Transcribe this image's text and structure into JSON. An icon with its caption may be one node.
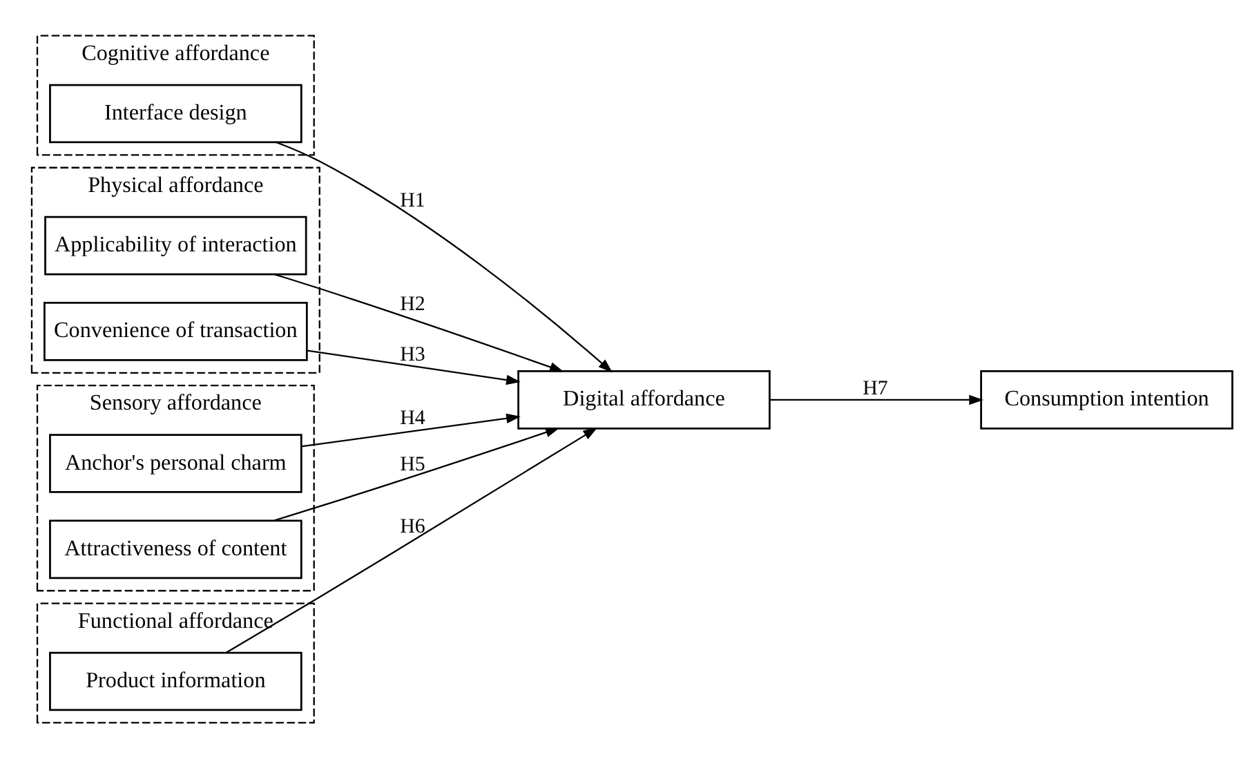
{
  "diagram": {
    "nodes": [
      {
        "text": [
          "Cognitive affordance"
        ]
      },
      {
        "text": [
          "Interface design"
        ],
        "in": 0
      },
      {
        "text": [
          "Physical affordance"
        ]
      },
      {
        "text": [
          "Applicability of interaction"
        ],
        "in": 2
      },
      {
        "text": [
          "Convenience of transaction"
        ],
        "in": 2
      },
      {
        "text": [
          "Sensory affordance"
        ]
      },
      {
        "text": [
          "Anchor's personal charm"
        ],
        "in": 5
      },
      {
        "text": [
          "Attractiveness of content"
        ],
        "in": 5
      },
      {
        "text": [
          "Functional affordance"
        ]
      },
      {
        "text": [
          "Product information"
        ],
        "in": 8
      },
      {
        "text": [
          "Digital affordance"
        ]
      },
      {
        "text": [
          "Consumption intention"
        ]
      }
    ],
    "edges": [
      {
        "from": 1,
        "to": 10,
        "arrow": "to",
        "label": "H1"
      },
      {
        "from": 3,
        "to": 10,
        "arrow": "to",
        "label": "H2"
      },
      {
        "from": 4,
        "to": 10,
        "arrow": "to",
        "label": "H3"
      },
      {
        "from": 6,
        "to": 10,
        "arrow": "to",
        "label": "H4"
      },
      {
        "from": 7,
        "to": 10,
        "arrow": "to",
        "label": "H5"
      },
      {
        "from": 9,
        "to": 10,
        "arrow": "to",
        "label": "H6"
      },
      {
        "from": 10,
        "to": 11,
        "arrow": "to",
        "label": "H7"
      }
    ]
  }
}
